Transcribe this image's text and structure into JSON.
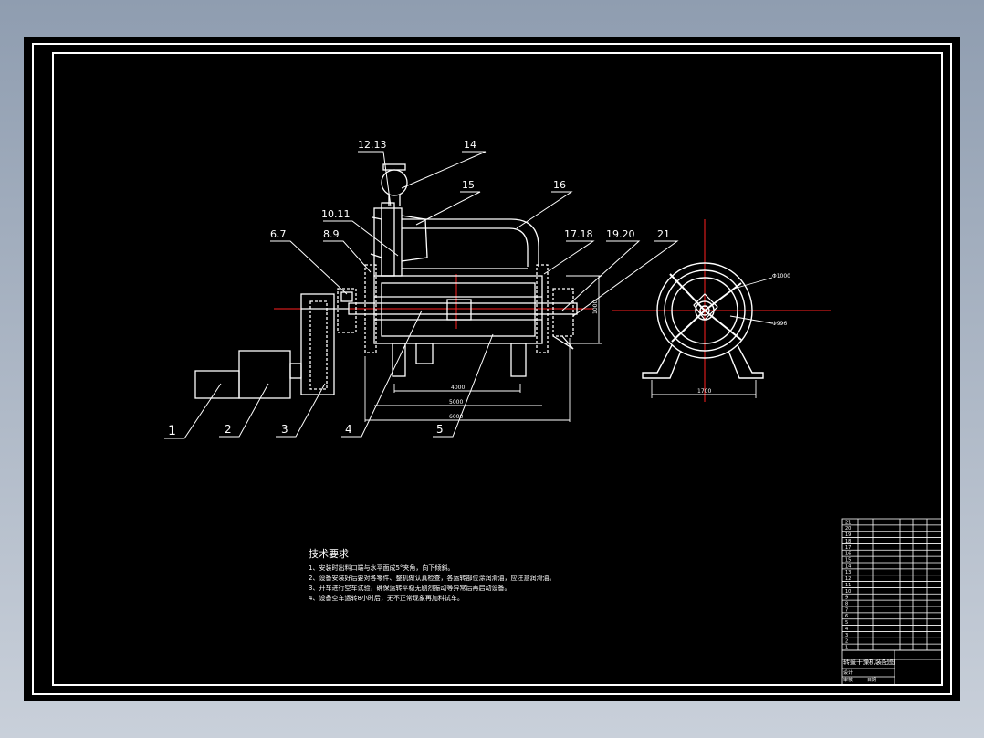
{
  "drawing": {
    "part_labels": [
      "1",
      "2",
      "3",
      "4",
      "5",
      "6.7",
      "8.9",
      "10.11",
      "12.13",
      "14",
      "15",
      "16",
      "17.18",
      "19.20",
      "21"
    ],
    "dimensions": {
      "d_4000": "4000",
      "d_5000": "5000",
      "d_6000": "6000",
      "d_1000": "1000",
      "d_1700": "1700",
      "d_phi1000": "Φ1000",
      "d_phi996": "Φ996"
    }
  },
  "tech_req": {
    "title": "技术要求",
    "items": [
      "1、安装时出料口端与水平面成5°夹角，向下倾斜。",
      "2、设备安装好后要对各零件、整机做认真检查，各运转部位涂润滑油，应注意润滑油。",
      "3、开车进行空车试验，确保运转平稳无剧烈振动等异常后再启动设备。",
      "4、设备空车运转8小时后，无不正常现象再加料试车。"
    ]
  },
  "title_block": {
    "rows": [
      "21",
      "20",
      "19",
      "18",
      "17",
      "16",
      "15",
      "14",
      "13",
      "12",
      "11",
      "10",
      "9",
      "8",
      "7",
      "6",
      "5",
      "4",
      "3",
      "2",
      "1"
    ],
    "drawing_name": "转鼓干燥机装配图",
    "small_fields": [
      "设计",
      "审核",
      "日期"
    ]
  },
  "colors": {
    "background": "#000000",
    "lines": "#ffffff",
    "center_lines": "#ff2020",
    "frame": "#c8cdd6"
  }
}
